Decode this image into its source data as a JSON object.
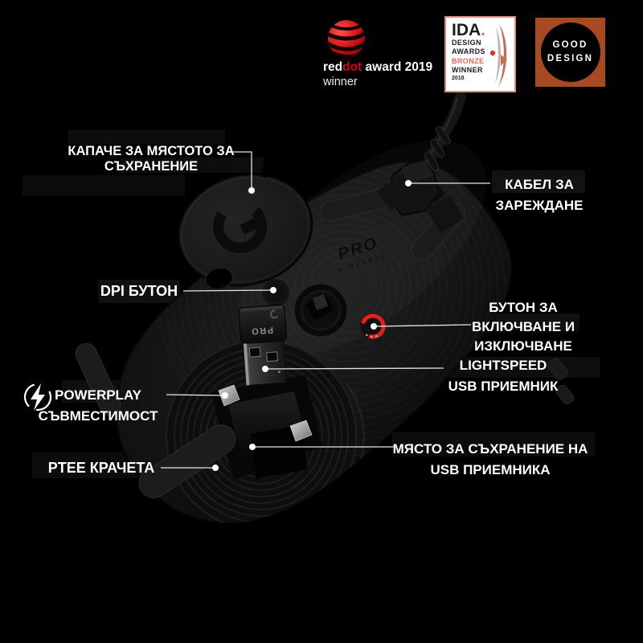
{
  "badges": {
    "reddot": {
      "word_red": "red",
      "word_dot": "dot",
      "suffix": " award 2019",
      "winner": "winner"
    },
    "ida": {
      "name": "IDA",
      "name_dot": ".",
      "line1": "DESIGN",
      "line2": "AWARDS",
      "line3": "BRONZE",
      "line4": "WINNER",
      "year": "2018"
    },
    "good_design": {
      "line1": "GOOD",
      "line2": "DESIGN"
    }
  },
  "callouts": {
    "storage_cap": {
      "line1": "КАПАЧЕ ЗА МЯСТОТО ЗА",
      "line2": "СЪХРАНЕНИЕ"
    },
    "charging_cable": {
      "line1": "КАБЕЛ ЗА",
      "line2": "ЗАРЕЖДАНЕ"
    },
    "dpi_button": {
      "line1": "DPI БУТОН"
    },
    "power_button": {
      "line1": "БУТОН ЗА",
      "line2": "ВКЛЮЧВАНЕ И",
      "line3": "ИЗКЛЮЧВАНЕ"
    },
    "usb_receiver": {
      "line1": "LIGHTSPEED",
      "line2": "USB ПРИЕМНИК"
    },
    "powerplay": {
      "line1": "POWERPLAY",
      "line2": "СЪВМЕСТИМОСТ"
    },
    "usb_storage": {
      "line1": "МЯСТО ЗА СЪХРАНЕНИЕ НА",
      "line2": "USB ПРИЕМНИКА"
    },
    "ptfe_feet": {
      "line1": "PTEE КРАЧЕТА"
    }
  },
  "product": {
    "shell_text_line1": "PRO",
    "shell_text_line2": "WIRELESS",
    "receiver_text": "PRO"
  },
  "colors": {
    "background": "#000000",
    "label_text": "#ffffff",
    "power_ring_red": "#e3201b",
    "reddot_red": "#d0021b",
    "good_design_rust": "#a64a21",
    "ida_salmon": "#d96a55"
  }
}
